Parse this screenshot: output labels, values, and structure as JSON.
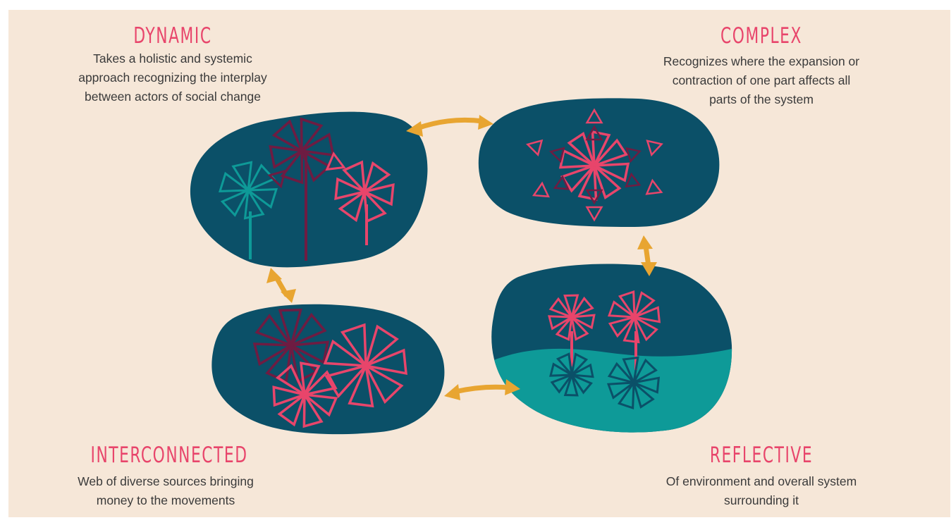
{
  "sections": {
    "dynamic": {
      "title": "DYNAMIC",
      "lines": [
        "Takes a holistic and systemic",
        "approach recognizing the interplay",
        "between actors of social change"
      ]
    },
    "complex": {
      "title": "COMPLEX",
      "lines": [
        "Recognizes where the expansion or",
        "contraction of one part affects all",
        "parts of the system"
      ]
    },
    "interconnected": {
      "title": "INTERCONNECTED",
      "lines": [
        "Web of diverse sources bringing",
        "money to the movements"
      ]
    },
    "reflective": {
      "title": "REFLECTIVE",
      "lines": [
        "Of environment and overall system",
        "surrounding it"
      ]
    }
  },
  "colors": {
    "background": "#f6e7d8",
    "blob": "#0b5068",
    "teal": "#0e9a98",
    "pink": "#e8456b",
    "maroon": "#6e1c42",
    "arrow": "#e8a531",
    "title": "#e8456b",
    "text": "#3a3a3a"
  }
}
